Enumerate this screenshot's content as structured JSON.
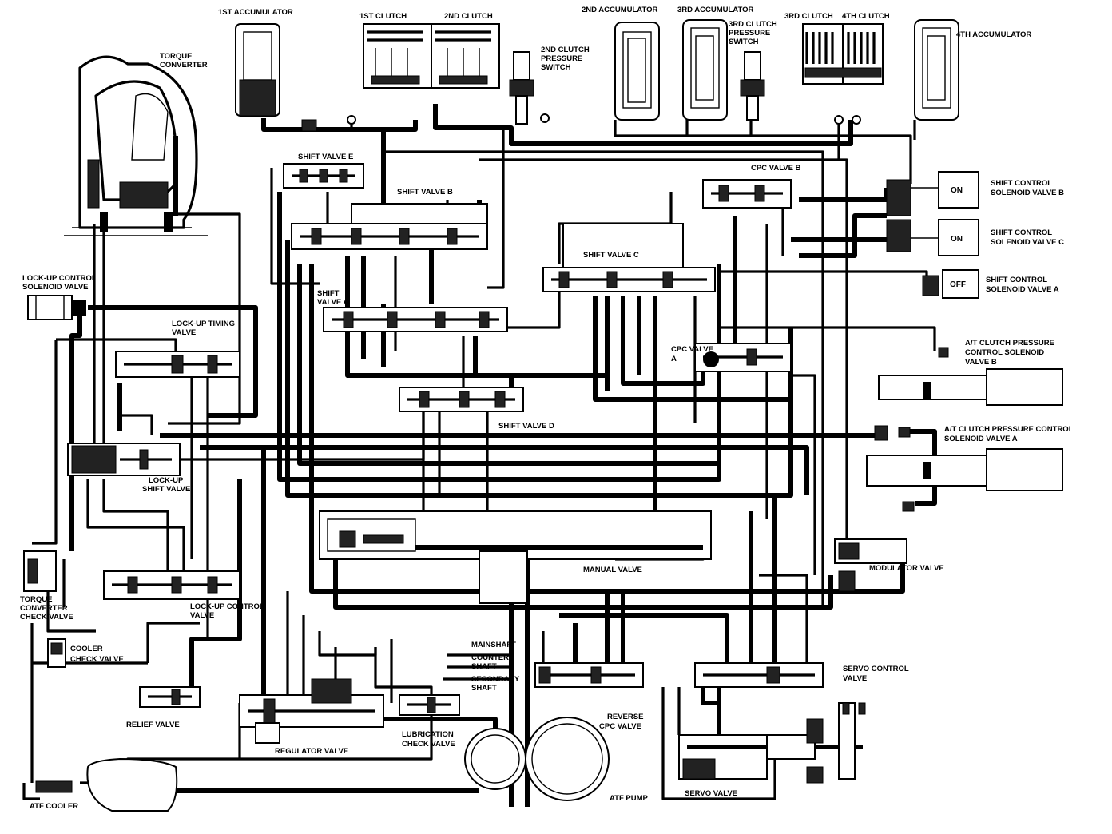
{
  "labels": {
    "acc1": "1ST ACCUMULATOR",
    "clutch1": "1ST CLUTCH",
    "clutch2": "2ND CLUTCH",
    "acc2": "2ND ACCUMULATOR",
    "acc3": "3RD ACCUMULATOR",
    "clutch3": "3RD CLUTCH",
    "clutch4": "4TH CLUTCH",
    "acc4": "4TH ACCUMULATOR",
    "torque_converter": [
      "TORQUE",
      "CONVERTER"
    ],
    "clutch2_switch": [
      "2ND CLUTCH",
      "PRESSURE",
      "SWITCH"
    ],
    "clutch3_switch": [
      "3RD CLUTCH",
      "PRESSURE",
      "SWITCH"
    ],
    "shift_valve_e": "SHIFT VALVE E",
    "shift_valve_b": "SHIFT VALVE B",
    "cpc_valve_b": "CPC VALVE B",
    "shift_valve_c": "SHIFT VALVE C",
    "shift_valve_a": [
      "SHIFT",
      "VALVE A"
    ],
    "cpc_valve_a": [
      "CPC VALVE",
      "A"
    ],
    "shift_valve_d": "SHIFT VALVE D",
    "lockup_solenoid": [
      "LOCK-UP CONTROL",
      "SOLENOID VALVE"
    ],
    "lockup_timing": [
      "LOCK-UP TIMING",
      "VALVE"
    ],
    "lockup_shift": [
      "LOCK-UP",
      "SHIFT VALVE"
    ],
    "lockup_control": [
      "LOCK-UP CONTROL",
      "VALVE"
    ],
    "tc_check": [
      "TORQUE",
      "CONVERTER",
      "CHECK VALVE"
    ],
    "cooler_check": [
      "COOLER",
      "CHECK VALVE"
    ],
    "relief": "RELIEF VALVE",
    "regulator": "REGULATOR VALVE",
    "lubrication": [
      "LUBRICATION",
      "CHECK VALVE"
    ],
    "atf_cooler": "ATF COOLER",
    "atf_pump": "ATF PUMP",
    "manual_valve": "MANUAL VALVE",
    "reverse_cpc": [
      "REVERSE",
      "CPC VALVE"
    ],
    "servo_control": [
      "SERVO CONTROL",
      "VALVE"
    ],
    "servo_valve": "SERVO VALVE",
    "modulator": "MODULATOR VALVE",
    "shafts": [
      "MAINSHAFT",
      "COUNTER-",
      "SHAFT",
      "SECONDARY",
      "SHAFT"
    ],
    "sol_b": [
      "SHIFT CONTROL",
      "SOLENOID VALVE B"
    ],
    "sol_c": [
      "SHIFT CONTROL",
      "SOLENOID VALVE C"
    ],
    "sol_a": [
      "SHIFT CONTROL",
      "SOLENOID VALVE A"
    ],
    "at_b": [
      "A/T CLUTCH PRESSURE",
      "CONTROL SOLENOID",
      "VALVE B"
    ],
    "at_a": [
      "A/T CLUTCH PRESSURE CONTROL",
      "SOLENOID VALVE A"
    ]
  },
  "solenoid_states": {
    "b": "ON",
    "c": "ON",
    "a": "OFF"
  }
}
